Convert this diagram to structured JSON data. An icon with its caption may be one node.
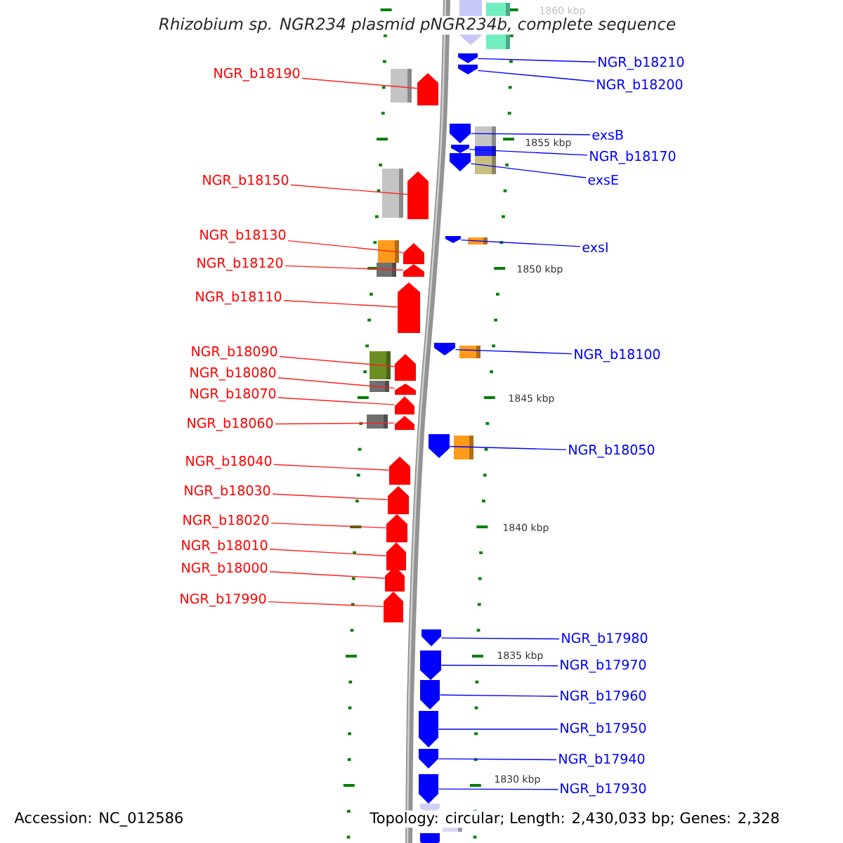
{
  "diagram": {
    "title": "Rhizobium sp. NGR234 plasmid pNGR234b, complete sequence",
    "nodes": [
      {
        "text": [
          "NGR_b18190"
        ]
      },
      {
        "text": [
          "NGR_b18150"
        ]
      },
      {
        "text": [
          "NGR_b18130"
        ]
      },
      {
        "text": [
          "NGR_b18120"
        ]
      },
      {
        "text": [
          "NGR_b18110"
        ]
      },
      {
        "text": [
          "NGR_b18090"
        ]
      },
      {
        "text": [
          "NGR_b18080"
        ]
      },
      {
        "text": [
          "NGR_b18070"
        ]
      },
      {
        "text": [
          "NGR_b18060"
        ]
      },
      {
        "text": [
          "NGR_b18040"
        ]
      },
      {
        "text": [
          "NGR_b18030"
        ]
      },
      {
        "text": [
          "NGR_b18020"
        ]
      },
      {
        "text": [
          "NGR_b18010"
        ]
      },
      {
        "text": [
          "NGR_b18000"
        ]
      },
      {
        "text": [
          "NGR_b17990"
        ]
      },
      {
        "text": [
          "NGR_b18210"
        ]
      },
      {
        "text": [
          "NGR_b18200"
        ]
      },
      {
        "text": [
          "exsB"
        ]
      },
      {
        "text": [
          "NGR_b18170"
        ]
      },
      {
        "text": [
          "exsE"
        ]
      },
      {
        "text": [
          "exsI"
        ]
      },
      {
        "text": [
          "NGR_b18100"
        ]
      },
      {
        "text": [
          "NGR_b18050"
        ]
      },
      {
        "text": [
          "NGR_b17980"
        ]
      },
      {
        "text": [
          "NGR_b17970"
        ]
      },
      {
        "text": [
          "NGR_b17960"
        ]
      },
      {
        "text": [
          "NGR_b17950"
        ]
      },
      {
        "text": [
          "NGR_b17940"
        ]
      },
      {
        "text": [
          "NGR_b17930"
        ]
      },
      {
        "text": [],
        "shape": "arrow"
      },
      {
        "text": [],
        "shape": "arrow"
      },
      {
        "text": [],
        "shape": "arrow"
      },
      {
        "text": [],
        "shape": "arrow"
      },
      {
        "text": [],
        "shape": "arrow"
      },
      {
        "text": [],
        "shape": "arrow"
      },
      {
        "text": [],
        "shape": "arrow"
      },
      {
        "text": [],
        "shape": "arrow"
      },
      {
        "text": [],
        "shape": "arrow"
      },
      {
        "text": [],
        "shape": "arrow"
      },
      {
        "text": [],
        "shape": "arrow"
      },
      {
        "text": [],
        "shape": "arrow"
      },
      {
        "text": [],
        "shape": "arrow"
      },
      {
        "text": [],
        "shape": "arrow"
      },
      {
        "text": [],
        "shape": "arrow"
      },
      {
        "text": [],
        "shape": "arrow"
      },
      {
        "text": [],
        "shape": "arrow"
      },
      {
        "text": [],
        "shape": "arrow"
      },
      {
        "text": [],
        "shape": "arrow"
      },
      {
        "text": [],
        "shape": "arrow"
      },
      {
        "text": [],
        "shape": "arrow"
      },
      {
        "text": [],
        "shape": "arrow"
      },
      {
        "text": [],
        "shape": "arrow"
      },
      {
        "text": [],
        "shape": "arrow"
      },
      {
        "text": [],
        "shape": "arrow"
      },
      {
        "text": [],
        "shape": "arrow"
      },
      {
        "text": [],
        "shape": "arrow"
      },
      {
        "text": [],
        "shape": "arrow"
      },
      {
        "text": [],
        "shape": "arrow"
      },
      {
        "text": [],
        "shape": "arrow"
      },
      {
        "text": [],
        "shape": "arrow"
      },
      {
        "text": [],
        "shape": "arrow"
      }
    ],
    "edges": [
      {
        "from": 0,
        "to": 29,
        "arrow": "none"
      },
      {
        "from": 1,
        "to": 30,
        "arrow": "none"
      },
      {
        "from": 2,
        "to": 31,
        "arrow": "none"
      },
      {
        "from": 3,
        "to": 32,
        "arrow": "none"
      },
      {
        "from": 4,
        "to": 33,
        "arrow": "none"
      },
      {
        "from": 5,
        "to": 34,
        "arrow": "none"
      },
      {
        "from": 6,
        "to": 35,
        "arrow": "none"
      },
      {
        "from": 7,
        "to": 36,
        "arrow": "none"
      },
      {
        "from": 8,
        "to": 37,
        "arrow": "none"
      },
      {
        "from": 9,
        "to": 38,
        "arrow": "none"
      },
      {
        "from": 10,
        "to": 39,
        "arrow": "none"
      },
      {
        "from": 11,
        "to": 40,
        "arrow": "none"
      },
      {
        "from": 12,
        "to": 41,
        "arrow": "none"
      },
      {
        "from": 13,
        "to": 42,
        "arrow": "none"
      },
      {
        "from": 14,
        "to": 43,
        "arrow": "none"
      },
      {
        "from": 15,
        "to": 44,
        "arrow": "none",
        "color": "#0000ff"
      },
      {
        "from": 16,
        "to": 45,
        "arrow": "none",
        "color": "#0000ff"
      },
      {
        "from": 17,
        "to": 46,
        "arrow": "none",
        "color": "#0000ff"
      },
      {
        "from": 18,
        "to": 47,
        "arrow": "none",
        "color": "#0000ff"
      },
      {
        "from": 19,
        "to": 48,
        "arrow": "none",
        "color": "#0000ff"
      },
      {
        "from": 20,
        "to": 49,
        "arrow": "none",
        "color": "#0000ff"
      },
      {
        "from": 21,
        "to": 50,
        "arrow": "none",
        "color": "#0000ff"
      },
      {
        "from": 22,
        "to": 51,
        "arrow": "none",
        "color": "#0000ff"
      },
      {
        "from": 23,
        "to": 52,
        "arrow": "none",
        "color": "#0000ff"
      },
      {
        "from": 24,
        "to": 53,
        "arrow": "none",
        "color": "#0000ff"
      },
      {
        "from": 25,
        "to": 54,
        "arrow": "none",
        "color": "#0000ff"
      },
      {
        "from": 26,
        "to": 55,
        "arrow": "none",
        "color": "#0000ff"
      },
      {
        "from": 27,
        "to": 56,
        "arrow": "none",
        "color": "#0000ff"
      },
      {
        "from": 28,
        "to": 57,
        "arrow": "none",
        "color": "#0000ff"
      }
    ],
    "labels": [
      "1860 kbp",
      "1855 kbp",
      "1850 kbp",
      "1845 kbp",
      "1840 kbp",
      "1835 kbp",
      "1830 kbp",
      "Accession: NC_012586",
      "Topology: circular; Length: 2,430,033 bp; Genes: 2,328"
    ]
  }
}
